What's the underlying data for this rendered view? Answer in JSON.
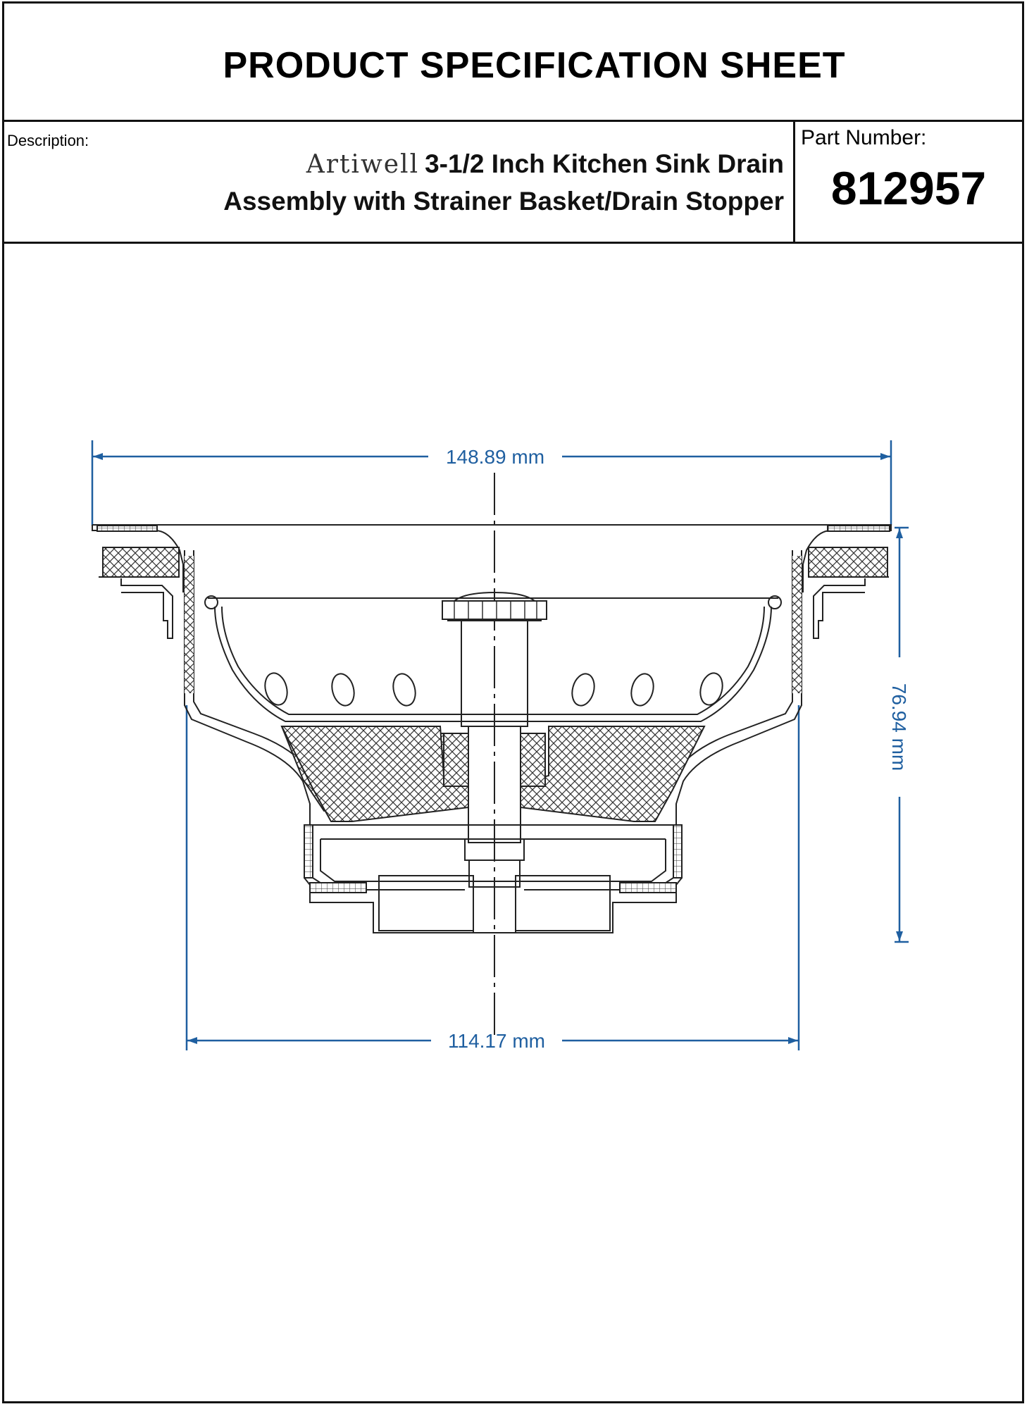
{
  "header": {
    "title": "PRODUCT SPECIFICATION SHEET"
  },
  "description": {
    "label": "Description:",
    "brand": "Artiwell",
    "line1": "3-1/2 Inch Kitchen Sink Drain",
    "line2": "Assembly with Strainer Basket/Drain Stopper"
  },
  "part": {
    "label": "Part  Number:",
    "number": "812957"
  },
  "drawing": {
    "dimensions": {
      "top_width": "148.89 mm",
      "height": "76.94 mm",
      "bottom_width": "114.17 mm"
    },
    "colors": {
      "dimension": "#1f5fa0",
      "line": "#222222"
    }
  }
}
